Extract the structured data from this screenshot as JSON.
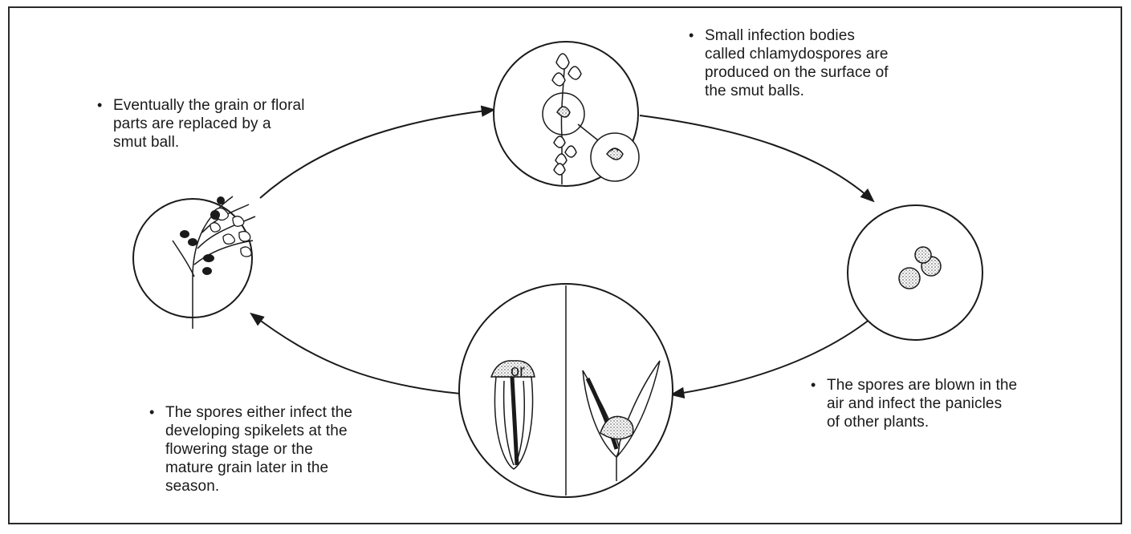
{
  "stages": {
    "smut_ball": {
      "bullet": "•",
      "lines": [
        "Eventually the grain or floral",
        "parts are replaced by a",
        "smut ball."
      ]
    },
    "chlamydospores": {
      "bullet": "•",
      "lines": [
        "Small infection bodies",
        "called chlamydospores are",
        "produced on the surface of",
        "the smut balls."
      ]
    },
    "spread": {
      "bullet": "•",
      "lines": [
        "The spores are blown in the",
        "air and infect the panicles",
        "of other plants."
      ]
    },
    "infection": {
      "bullet": "•",
      "lines": [
        "The spores either infect the",
        "developing spikelets at the",
        "flowering stage or the",
        "mature grain later in the",
        "season."
      ]
    }
  },
  "or_label": "or",
  "colors": {
    "ink": "#1a1a1a",
    "background": "#ffffff",
    "stipple": "#7a7a7a"
  }
}
